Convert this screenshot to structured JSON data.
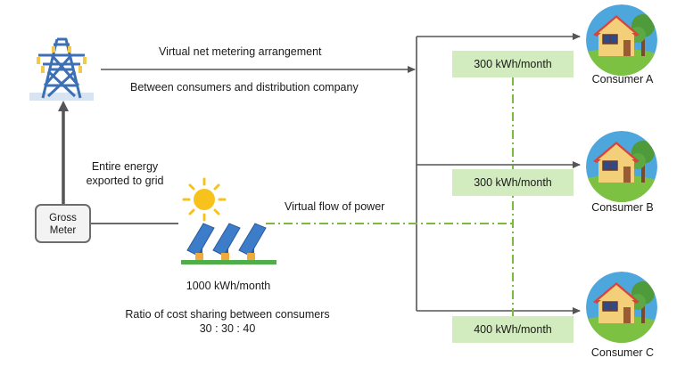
{
  "labels": {
    "virtual_net_metering": "Virtual net metering arrangement",
    "between_consumers": "Between consumers and distribution company",
    "entire_energy_line1": "Entire energy",
    "entire_energy_line2": "exported to grid",
    "virtual_flow": "Virtual flow of power",
    "solar_output": "1000 kWh/month",
    "ratio_title": "Ratio of cost sharing between consumers",
    "ratio_value": "30 : 30 : 40"
  },
  "gross_meter": {
    "line1": "Gross",
    "line2": "Meter"
  },
  "consumers": [
    {
      "name": "Consumer A",
      "allocation": "300 kWh/month"
    },
    {
      "name": "Consumer B",
      "allocation": "300 kWh/month"
    },
    {
      "name": "Consumer C",
      "allocation": "400 kWh/month"
    }
  ],
  "icons": [
    "transmission-tower-icon",
    "sun-icon",
    "solar-panel-icon",
    "house-icon"
  ],
  "colors": {
    "line": "#555555",
    "virtual_flow": "#7cba3b",
    "allocation_box": "#d3ecbf",
    "tower": "#3d6fb5",
    "sun": "#f7c21b",
    "panel": "#3768b0",
    "house_circle": "#4ea7dc",
    "house_roof": "#d9433b",
    "house_wall": "#f3cf7a",
    "grass": "#7cc142"
  }
}
